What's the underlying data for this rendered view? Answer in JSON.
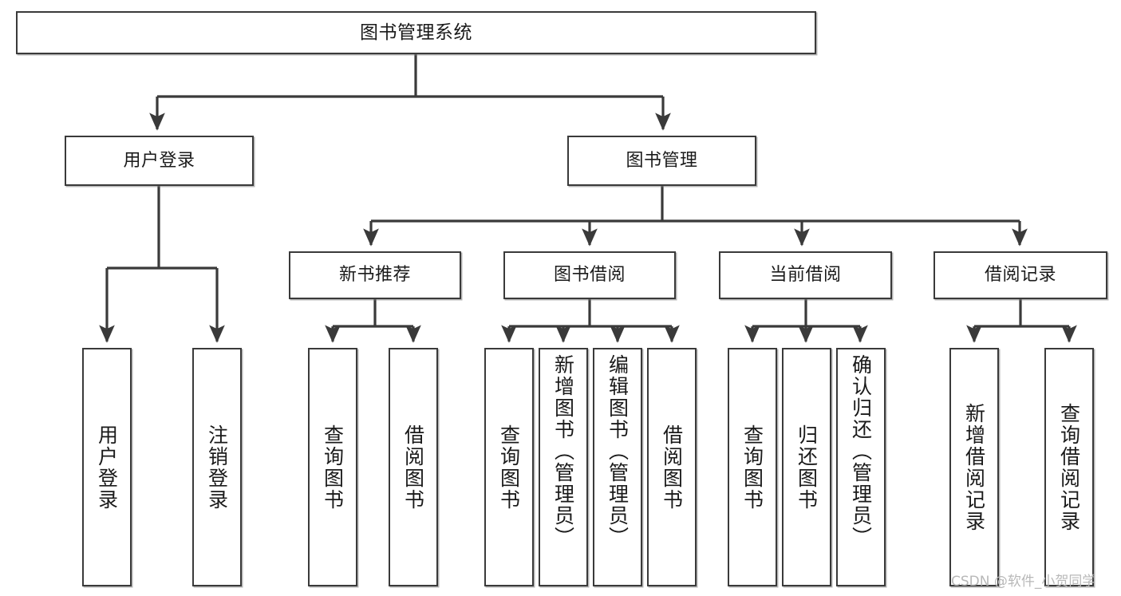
{
  "diagram": {
    "title": "图书管理系统",
    "type": "tree-hierarchy-chart",
    "watermark": "CSDN @软件_小贺同学",
    "colors": {
      "box_border": "#3a3a3a",
      "box_fill": "#ffffff",
      "connector": "#3a3a3a",
      "text": "#1a1a1a",
      "watermark": "#b8b8b8"
    },
    "root": {
      "label": "图书管理系统"
    },
    "level2": [
      {
        "label": "用户登录"
      },
      {
        "label": "图书管理"
      }
    ],
    "level3": [
      {
        "label": "新书推荐"
      },
      {
        "label": "图书借阅"
      },
      {
        "label": "当前借阅"
      },
      {
        "label": "借阅记录"
      }
    ],
    "leaves": {
      "user_login": [
        {
          "label": "用户登录"
        },
        {
          "label": "注销登录"
        }
      ],
      "new_book_recommend": [
        {
          "label": "查询图书"
        },
        {
          "label": "借阅图书"
        }
      ],
      "book_borrow": [
        {
          "label": "查询图书"
        },
        {
          "label": "新增图书（管理员）"
        },
        {
          "label": "编辑图书（管理员）"
        },
        {
          "label": "借阅图书"
        }
      ],
      "current_borrow": [
        {
          "label": "查询图书"
        },
        {
          "label": "归还图书"
        },
        {
          "label": "确认归还（管理员）"
        }
      ],
      "borrow_record": [
        {
          "label": "新增借阅记录"
        },
        {
          "label": "查询借阅记录"
        }
      ]
    }
  }
}
